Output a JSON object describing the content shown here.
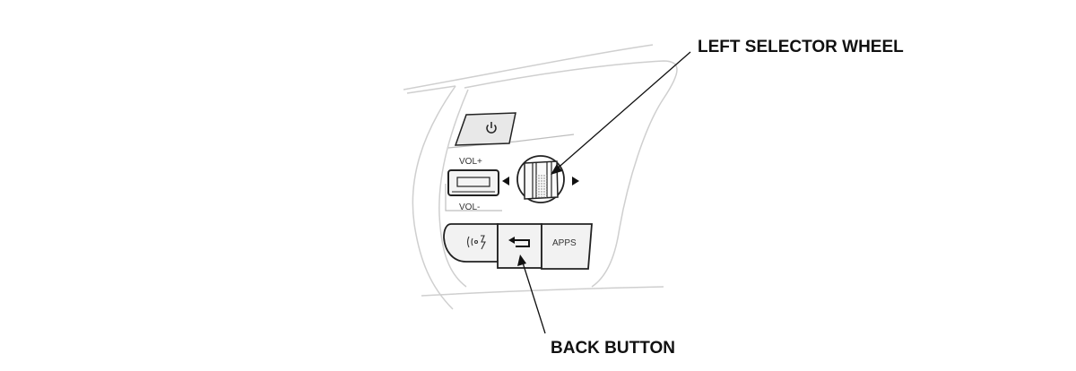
{
  "labels": {
    "left_selector_wheel": "LEFT SELECTOR WHEEL",
    "back_button": "BACK BUTTON"
  },
  "controls": {
    "vol_plus": "VOL+",
    "vol_minus": "VOL-",
    "apps": "APPS"
  },
  "icons": {
    "power": "power-icon",
    "voice": "voice-command-icon",
    "back": "back-arrow-icon",
    "left_arrow": "triangle-left-icon",
    "right_arrow": "triangle-right-icon"
  },
  "colors": {
    "line": "#111111",
    "outline": "#cfcfcf",
    "button_fill": "#f2f2f2"
  }
}
